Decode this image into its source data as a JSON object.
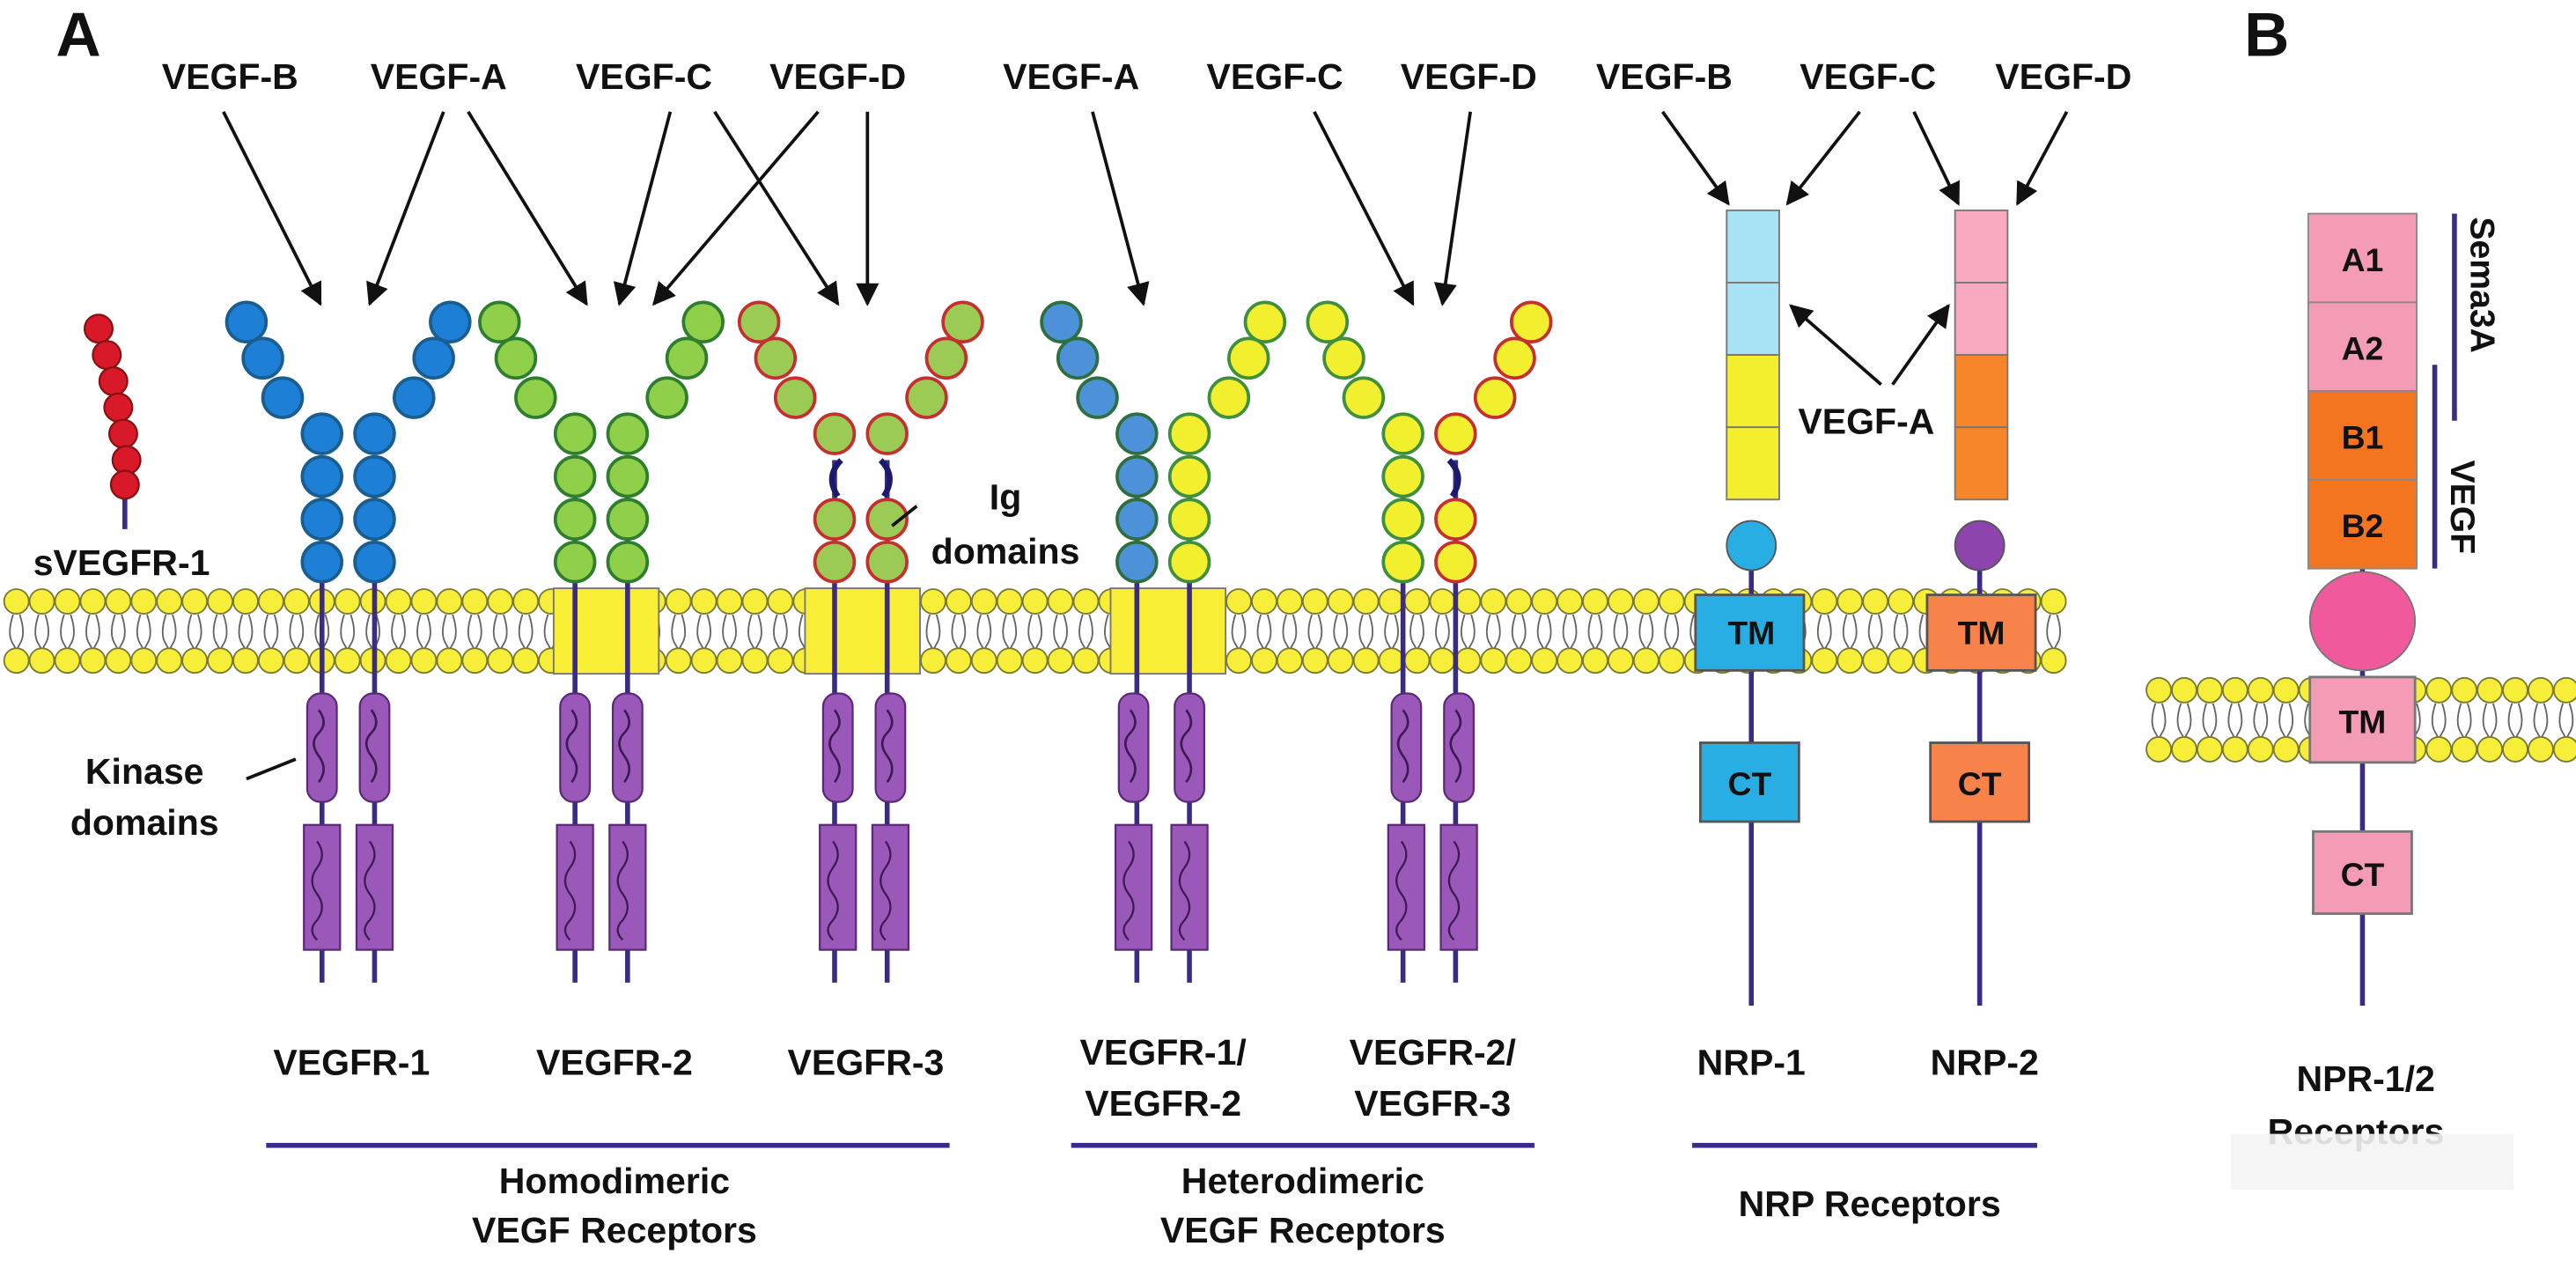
{
  "panels": {
    "a": "A",
    "b": "B"
  },
  "ligands": {
    "r1_b": "VEGF-B",
    "r1_a": "VEGF-A",
    "r2_c": "VEGF-C",
    "r3_d": "VEGF-D",
    "h_a": "VEGF-A",
    "h_c": "VEGF-C",
    "h_d": "VEGF-D",
    "n_b": "VEGF-B",
    "n_c": "VEGF-C",
    "n_d": "VEGF-D",
    "n_a": "VEGF-A"
  },
  "annotations": {
    "soluble": "sVEGFR-1",
    "ig_line1": "Ig",
    "ig_line2": "domains",
    "kinase_line1": "Kinase",
    "kinase_line2": "domains"
  },
  "receptors": {
    "vegfr1": "VEGFR-1",
    "vegfr2": "VEGFR-2",
    "vegfr3": "VEGFR-3",
    "het1_line1": "VEGFR-1/",
    "het1_line2": "VEGFR-2",
    "het2_line1": "VEGFR-2/",
    "het2_line2": "VEGFR-3",
    "nrp1": "NRP-1",
    "nrp2": "NRP-2"
  },
  "groups": {
    "homo_line1": "Homodimeric",
    "homo_line2": "VEGF Receptors",
    "hetero_line1": "Heterodimeric",
    "hetero_line2": "VEGF Receptors",
    "nrp": "NRP Receptors"
  },
  "domains": {
    "tm": "TM",
    "ct": "CT",
    "a1": "A1",
    "a2": "A2",
    "b1": "B1",
    "b2": "B2"
  },
  "panel_b": {
    "sema": "Sema3A",
    "vegf": "VEGF",
    "label_line1": "NPR-1/2",
    "label_line2": "Receptors"
  },
  "colors": {
    "vegfr1": "#1e7fd6",
    "vegfr2": "#8fcf4a",
    "vegfr3": "#9ccb55",
    "vegfr3_border": "#c43030",
    "vegfr2_3_yellow": "#f2ef2e",
    "soluble": "#d7192a",
    "kinase": "#9a58b8",
    "membrane": "#f7ee3a",
    "tm_box": "#f7ee35",
    "nrp1_tm": "#29aee3",
    "nrp1_cub": "#a7e2f5",
    "nrp2_tm": "#f7834a",
    "nrp2_cub": "#f8a9c0",
    "npr_pink": "#f49cb6",
    "npr_orange": "#f3751f",
    "npr_ellipse": "#f0599b",
    "accent_line": "#3b2a86"
  }
}
